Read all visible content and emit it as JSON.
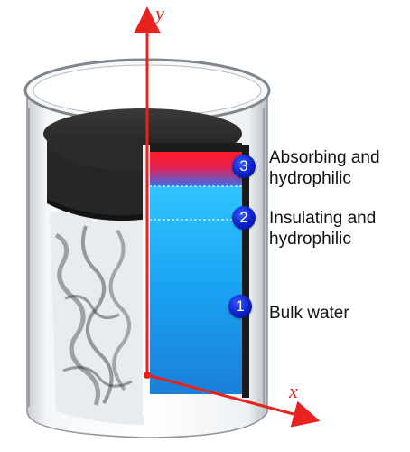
{
  "axes": {
    "y": "y",
    "x": "x"
  },
  "layers": [
    {
      "number": "3",
      "line1": "Absorbing and",
      "line2": "hydrophilic"
    },
    {
      "number": "2",
      "line1": "Insulating and",
      "line2": "hydrophilic"
    },
    {
      "number": "1",
      "line1": "Bulk water",
      "line2": ""
    }
  ],
  "colors": {
    "axis": "#e8231f",
    "badge": "#0a1fc9",
    "water": "#1ea8f5",
    "absorber": "#2a2a2a"
  }
}
